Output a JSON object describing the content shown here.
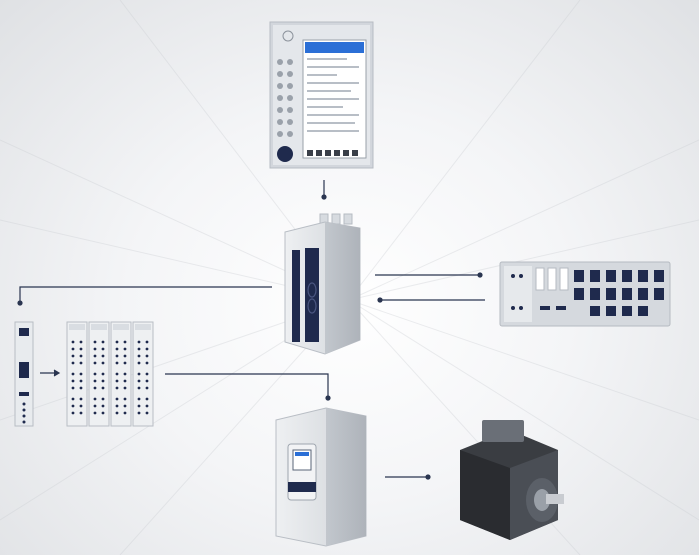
{
  "diagram": {
    "title": "",
    "devices": [
      {
        "id": "hmi",
        "icon": "hmi-control-panel-icon"
      },
      {
        "id": "controller",
        "icon": "cabinet-controller-icon"
      },
      {
        "id": "rack",
        "icon": "io-rack-module-icon"
      },
      {
        "id": "coupler",
        "icon": "bus-coupler-icon"
      },
      {
        "id": "io",
        "icon": "io-terminal-block-icon"
      },
      {
        "id": "drive",
        "icon": "servo-drive-icon"
      },
      {
        "id": "motor",
        "icon": "servo-motor-icon"
      }
    ],
    "connections": [
      {
        "from": "hmi",
        "to": "controller"
      },
      {
        "from": "controller",
        "to": "rack"
      },
      {
        "from": "rack",
        "to": "controller"
      },
      {
        "from": "controller",
        "to": "coupler"
      },
      {
        "from": "coupler",
        "to": "io"
      },
      {
        "from": "io",
        "to": "drive"
      },
      {
        "from": "drive",
        "to": "motor"
      }
    ],
    "colors": {
      "line": "#2a3550",
      "device_dark": "#1f2a4d",
      "panel": "#c9ced6",
      "accent": "#2b6fd6"
    }
  }
}
